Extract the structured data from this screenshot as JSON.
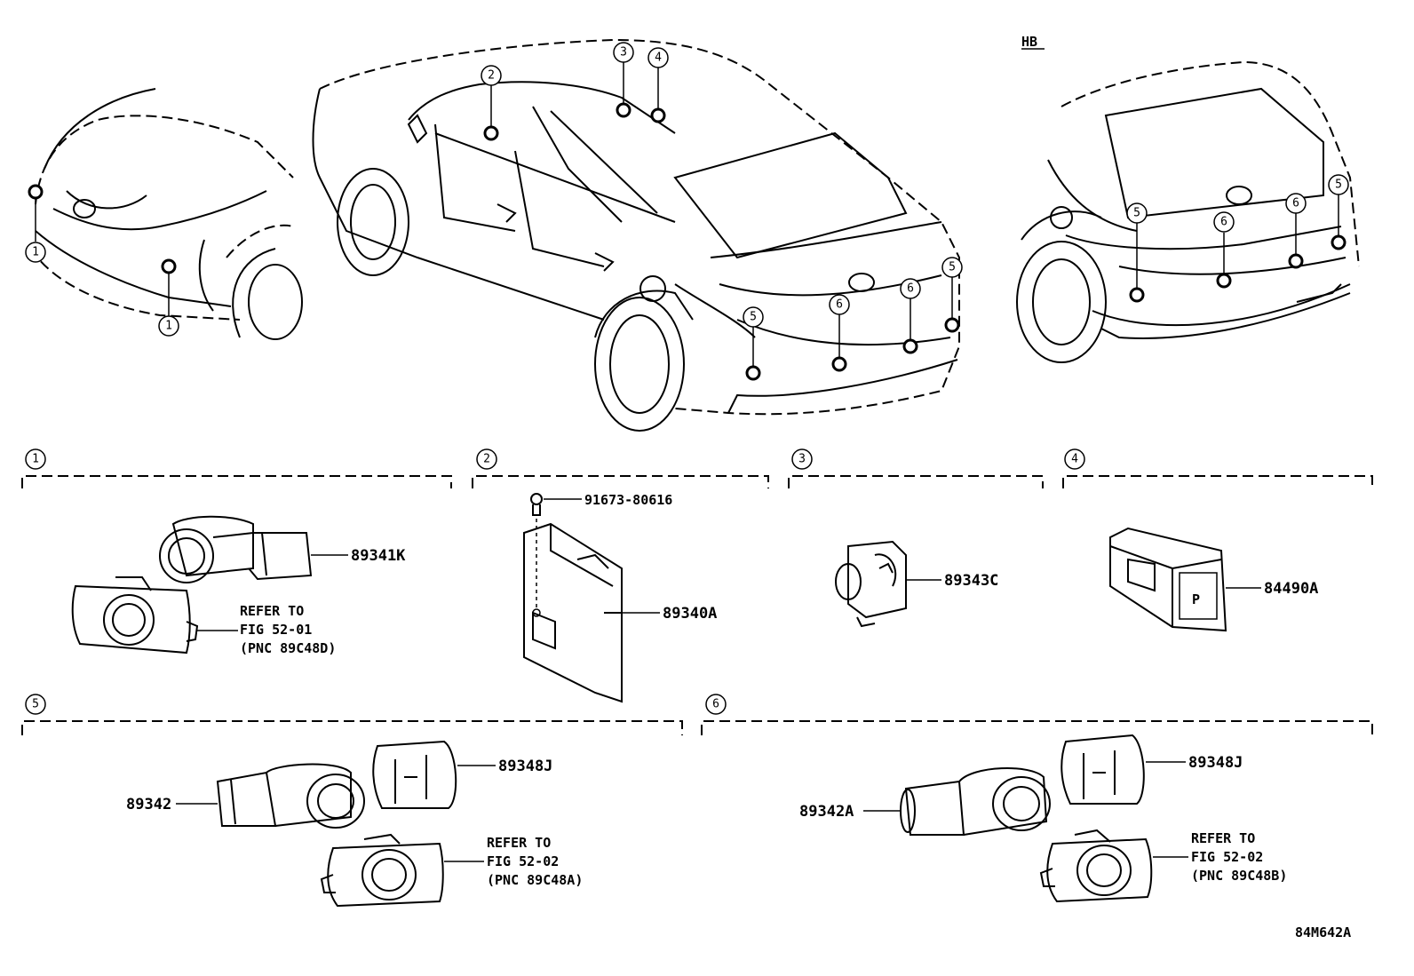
{
  "header_code": "HB",
  "figure_code": "84M642A",
  "callouts": {
    "c1": "1",
    "c2": "2",
    "c3": "3",
    "c4": "4",
    "c5": "5",
    "c6": "6"
  },
  "parts": {
    "p89341K": "89341K",
    "p91673": "91673-80616",
    "p89340A": "89340A",
    "p89343C": "89343C",
    "p84490A": "84490A",
    "p89342": "89342",
    "p89348J_1": "89348J",
    "p89342A": "89342A",
    "p89348J_2": "89348J"
  },
  "refer_1": {
    "line1": "REFER TO",
    "line2": "FIG 52-01",
    "line3": "(PNC 89C48D)"
  },
  "refer_5": {
    "line1": "REFER TO",
    "line2": "FIG 52-02",
    "line3": "(PNC 89C48A)"
  },
  "refer_6": {
    "line1": "REFER TO",
    "line2": "FIG 52-02",
    "line3": "(PNC 89C48B)"
  },
  "switch_text": "P"
}
